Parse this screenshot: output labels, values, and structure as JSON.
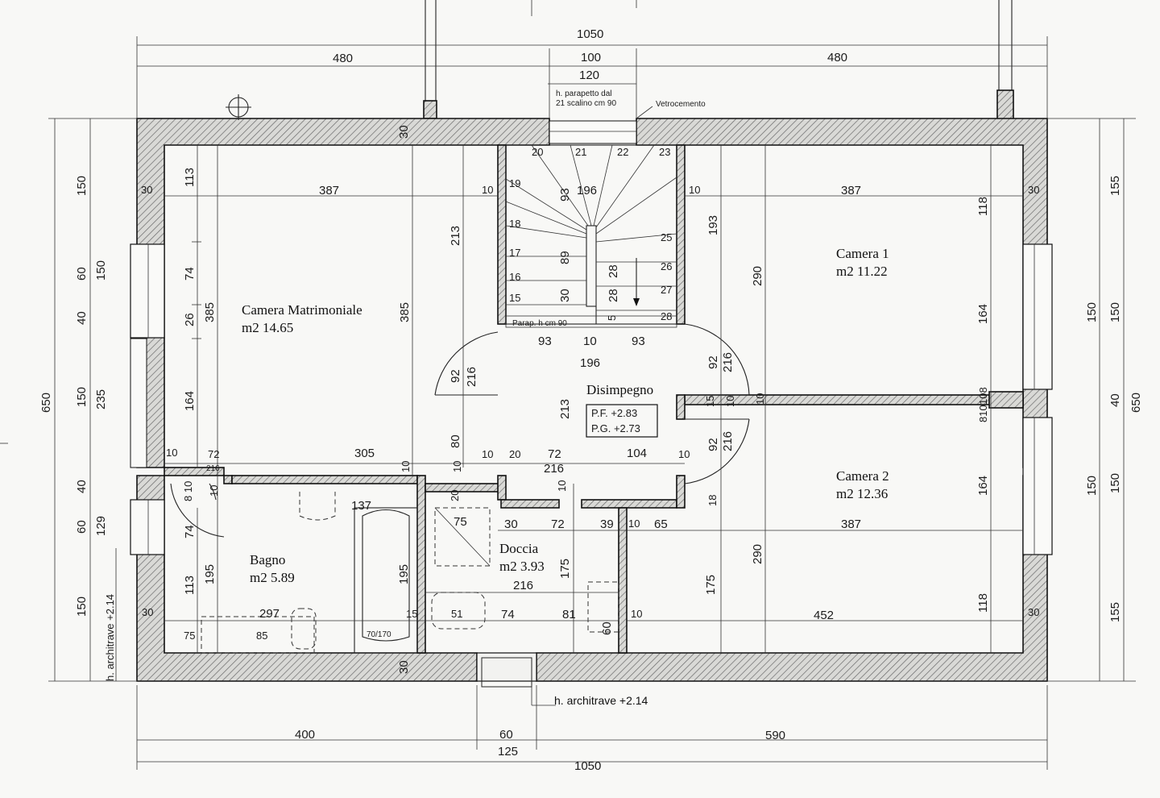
{
  "rooms": {
    "master": {
      "name": "Camera Matrimoniale",
      "area": "m2 14.65"
    },
    "camera1": {
      "name": "Camera 1",
      "area": "m2 11.22"
    },
    "camera2": {
      "name": "Camera 2",
      "area": "m2 12.36"
    },
    "bagno": {
      "name": "Bagno",
      "area": "m2 5.89"
    },
    "doccia": {
      "name": "Doccia",
      "area": "m2 3.93"
    },
    "disimpegno": {
      "name": "Disimpegno",
      "pf": "P.F.  +2.83",
      "pg": "P.G.  +2.73"
    }
  },
  "notes": {
    "parapetto_1": "h. parapetto dal",
    "parapetto_2": "21 scalino cm 90",
    "vetrocemento": "Vetrocemento",
    "parapetto_stair": "Parap. h cm 90",
    "architrave_left": "h. architrave +2.14",
    "architrave_bottom": "h. architrave +2.14",
    "bath_fixture": "70/170"
  },
  "dims": {
    "total_top": "1050",
    "top_left": "480",
    "top_mid": "100",
    "top_right": "480",
    "top_120": "120",
    "total_bottom": "1050",
    "bot_left": "400",
    "bot_mid": "60",
    "bot_125": "125",
    "bot_right": "590",
    "left_total": "650",
    "left_150a": "150",
    "left_60a": "60",
    "left_40a": "40",
    "left_150b": "150",
    "left_40b": "40",
    "left_60b": "60",
    "left_150c": "150",
    "left_150d": "150",
    "left_235": "235",
    "left_129": "129",
    "right_total": "650",
    "right_155a": "155",
    "right_150a": "150",
    "right_40": "40",
    "right_150b": "150",
    "right_155b": "155",
    "right_150c": "150",
    "right_150d": "150",
    "m_30a": "30",
    "m_387": "387",
    "m_10a": "10",
    "m_113a": "113",
    "m_74a": "74",
    "m_26": "26",
    "m_385a": "385",
    "m_164": "164",
    "m_213": "213",
    "m_385b": "385",
    "m_30top": "30",
    "m_92a": "92",
    "m_216a": "216",
    "m_80": "80",
    "s_196a": "196",
    "s_10a": "10",
    "s_93v": "93",
    "s_89": "89",
    "s_30": "30",
    "s_28a": "28",
    "s_28b": "28",
    "s_5": "5",
    "s_93a": "93",
    "s_10b": "10",
    "s_93b": "93",
    "s_196b": "196",
    "step20": "20",
    "step21": "21",
    "step22": "22",
    "step23": "23",
    "step19": "19",
    "step18": "18",
    "step17": "17",
    "step16": "16",
    "step15": "15",
    "step25": "25",
    "step26": "26",
    "step27": "27",
    "step28": "28",
    "c1_10": "10",
    "c1_387": "387",
    "c1_30": "30",
    "c1_193": "193",
    "c1_290": "290",
    "c1_118": "118",
    "c1_164": "164",
    "d_92a": "92",
    "d_216a": "216",
    "d_213": "213",
    "d_92b": "92",
    "d_216b": "216",
    "d_10": "10",
    "d_15": "15",
    "d_108": "108",
    "d_810": "810",
    "d_10b": "10",
    "h_10a": "10",
    "h_72a": "72",
    "h_216a": "216",
    "h_305": "305",
    "h_10b": "10",
    "h_10c": "10",
    "h_20": "20",
    "h_72b": "72",
    "h_216b": "216",
    "h_104": "104",
    "h_10d": "10",
    "h_10e": "10",
    "h_10f": "10",
    "h_10g": "10",
    "h_20v": "20",
    "c2_387": "387",
    "c2_164": "164",
    "c2_290": "290",
    "c2_175": "175",
    "c2_118": "118",
    "c2_18": "18",
    "b_137": "137",
    "b_74": "74",
    "b_195a": "195",
    "b_113": "113",
    "b_195b": "195",
    "b_30": "30",
    "b_297": "297",
    "b_75": "75",
    "b_85": "85",
    "b_30b": "30",
    "b_810": "8 10",
    "b_10": "10",
    "dc_75": "75",
    "dc_30": "30",
    "dc_72": "72",
    "dc_39": "39",
    "dc_10": "10",
    "dc_65": "65",
    "dc_175": "175",
    "dc_216": "216",
    "dc_15": "15",
    "dc_51": "51",
    "dc_74": "74",
    "dc_81": "81",
    "dc_10b": "10",
    "dc_60": "60",
    "r_452": "452",
    "r_30": "30"
  }
}
